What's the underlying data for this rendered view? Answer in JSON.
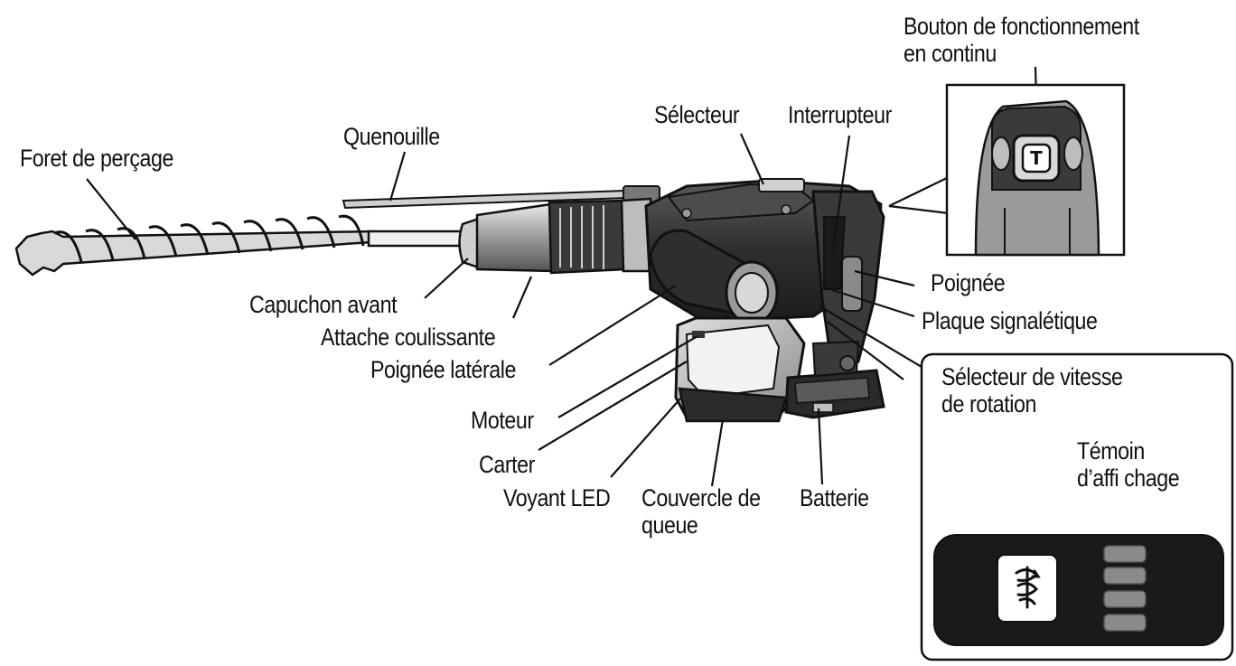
{
  "labels": {
    "drill_bit": "Foret de perçage",
    "depth_rod": "Quenouille",
    "front_cap": "Capuchon avant",
    "sliding_attachment": "Attache coulissante",
    "side_handle": "Poignée latérale",
    "motor": "Moteur",
    "housing": "Carter",
    "led_light": "Voyant LED",
    "tail_cover_line1": "Couvercle de",
    "tail_cover_line2": "queue",
    "battery": "Batterie",
    "selector": "Sélecteur",
    "switch": "Interrupteur",
    "handle": "Poignée",
    "nameplate": "Plaque signalétique",
    "lock_button_line1": "Bouton de fonctionnement",
    "lock_button_line2": "en continu",
    "speed_selector_line1": "Sélecteur de vitesse",
    "speed_selector_line2": "de rotation",
    "indicator_line1": "Témoin",
    "indicator_line2": "d’affi  chage"
  },
  "lock_button_glyph": "T",
  "colors": {
    "ink": "#111111",
    "tool_dark": "#2b2b2b",
    "tool_mid": "#6b6b6b",
    "tool_light": "#bdbdbd",
    "panel_dark": "#1a1a1a"
  },
  "icons": [
    "rotation-speed-icon",
    "lock-button-icon"
  ]
}
